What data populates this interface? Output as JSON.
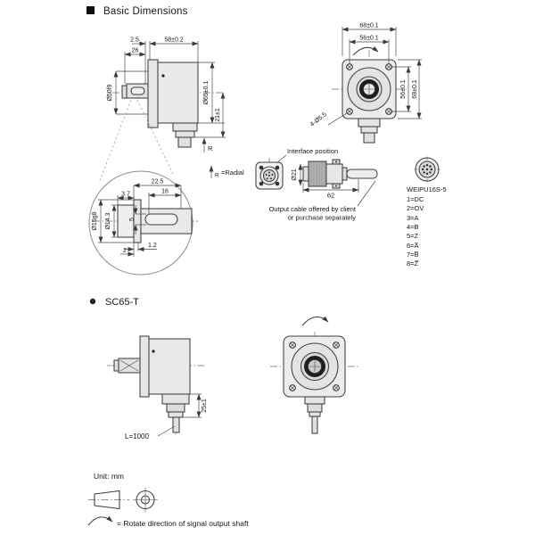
{
  "header": {
    "title": "Basic Dimensions"
  },
  "side_view": {
    "dim_2_5": "2.5",
    "dim_58": "58±0.2",
    "dim_26": "26",
    "dim_d50": "Ø50f9",
    "dim_d65": "Ø65±0.1",
    "dim_21": "21±1",
    "radial_mark": "R"
  },
  "front_view": {
    "dim_68_top": "68±0.1",
    "dim_56_top": "56±0.1",
    "dim_56_right": "56±0.1",
    "dim_68_right": "68±0.1",
    "dim_holes": "4-Ø5.5"
  },
  "detail_view": {
    "dim_22_5": "22.5",
    "dim_16": "16",
    "dim_3_7": "3.7",
    "dim_d15": "Ø15g8",
    "dim_d14": "Ø14.3",
    "dim_5": "5",
    "dim_1_2": "1.2",
    "dim_2": "2"
  },
  "interface": {
    "radial_mark": "R",
    "radial_label": "=Radial",
    "position_label": "Interface position",
    "dim_d21": "Ø21",
    "dim_62": "62",
    "cable_note1": "Output cable offered by client",
    "cable_note2": "or purchase separately",
    "connector_model": "WEIPU16S-5",
    "pins": [
      "1=DC",
      "2=OV",
      "3=A",
      "4=B",
      "5=Z",
      "6=A̅",
      "7=B̅",
      "8=Z̅"
    ]
  },
  "sc65t": {
    "title": "SC65-T",
    "dim_25": "25±1",
    "cable_len": "L=1000"
  },
  "footer": {
    "unit": "Unit: mm",
    "rotate_note": "= Rotate direction of signal output shaft"
  }
}
